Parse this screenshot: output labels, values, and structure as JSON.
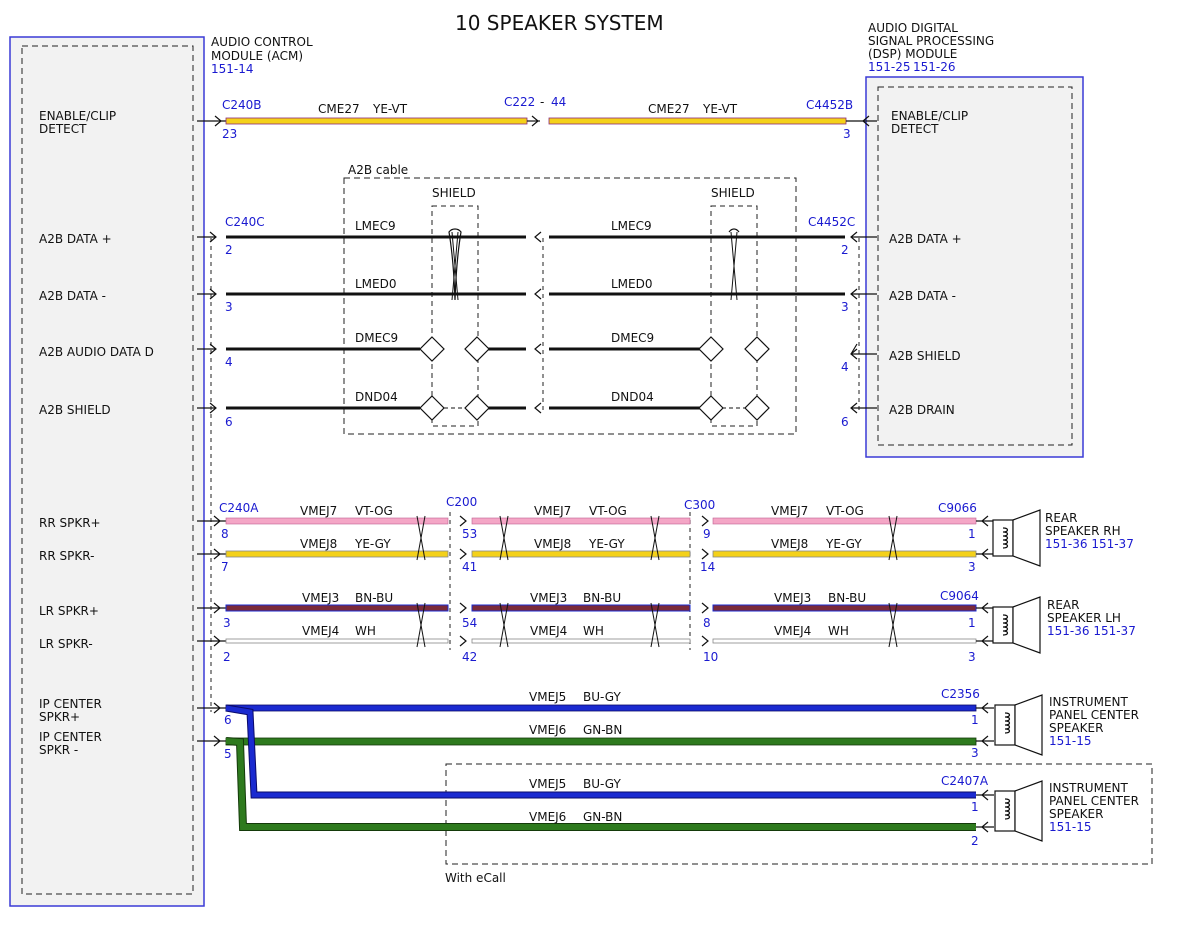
{
  "title": "10 SPEAKER SYSTEM",
  "colors": {
    "module_border": "#3a3ad6",
    "module_fill": "#f2f2f2",
    "ref_text": "#1a1ad0",
    "YE": "#f4d11a",
    "VT": "#8a2a7a",
    "OG": "#f28a1e",
    "GY": "#a0a0a0",
    "BN": "#7a3a1a",
    "BU": "#1a2ad0",
    "GN": "#2e7a1e",
    "WH": "#ffffff",
    "PK": "#f4a6c6"
  },
  "acm": {
    "title_lines": [
      "AUDIO CONTROL",
      "MODULE (ACM)"
    ],
    "ref": "151-14",
    "pins": [
      "ENABLE/CLIP DETECT",
      "A2B DATA +",
      "A2B DATA -",
      "A2B AUDIO DATA D",
      "A2B SHIELD",
      "RR SPKR+",
      "RR SPKR-",
      "LR SPKR+",
      "LR SPKR-",
      "IP CENTER SPKR+",
      "IP CENTER SPKR -"
    ]
  },
  "dsp": {
    "title_lines": [
      "AUDIO DIGITAL",
      "SIGNAL PROCESSING",
      "(DSP) MODULE"
    ],
    "refs": [
      "151-25",
      "151-26"
    ],
    "pins": [
      "ENABLE/CLIP DETECT",
      "A2B DATA +",
      "A2B DATA -",
      "A2B SHIELD",
      "A2B DRAIN"
    ]
  },
  "connectors": {
    "c240b": "C240B",
    "c222": "C222",
    "c222_dash": "-",
    "c222_pin": "44",
    "c4452b": "C4452B",
    "c240c": "C240C",
    "c4452c": "C4452C",
    "c240a": "C240A",
    "c200": "C200",
    "c300": "C300",
    "c9066": "C9066",
    "c9064": "C9064",
    "c2356": "C2356",
    "c2407a": "C2407A"
  },
  "pins": {
    "p23": "23",
    "p3": "3",
    "p2": "2",
    "p4": "4",
    "p6": "6",
    "p8": "8",
    "p7": "7",
    "p1": "1",
    "p53": "53",
    "p41": "41",
    "p54": "54",
    "p42": "42",
    "p9": "9",
    "p14": "14",
    "p10": "10",
    "p5": "5"
  },
  "wires": {
    "cme27": "CME27",
    "ye_vt": "YE-VT",
    "lmec9": "LMEC9",
    "lmed0": "LMED0",
    "dmec9": "DMEC9",
    "dnd04": "DND04",
    "vmej7": "VMEJ7",
    "vt_og": "VT-OG",
    "vmej8": "VMEJ8",
    "ye_gy": "YE-GY",
    "vmej3": "VMEJ3",
    "bn_bu": "BN-BU",
    "vmej4": "VMEJ4",
    "wh": "WH",
    "vmej5": "VMEJ5",
    "bu_gy": "BU-GY",
    "vmej6": "VMEJ6",
    "gn_bn": "GN-BN"
  },
  "labels": {
    "a2b_cable": "A2B cable",
    "shield": "SHIELD",
    "with_ecall": "With eCall"
  },
  "speakers": {
    "rear_rh": {
      "lines": [
        "REAR",
        "SPEAKER RH"
      ],
      "refs": "151-36  151-37"
    },
    "rear_lh": {
      "lines": [
        "REAR",
        "SPEAKER LH"
      ],
      "refs": "151-36  151-37"
    },
    "ip_center": {
      "lines": [
        "INSTRUMENT",
        "PANEL CENTER",
        "SPEAKER"
      ],
      "ref": "151-15"
    },
    "ip_center_ecall": {
      "lines": [
        "INSTRUMENT",
        "PANEL CENTER",
        "SPEAKER"
      ],
      "ref": "151-15"
    }
  }
}
